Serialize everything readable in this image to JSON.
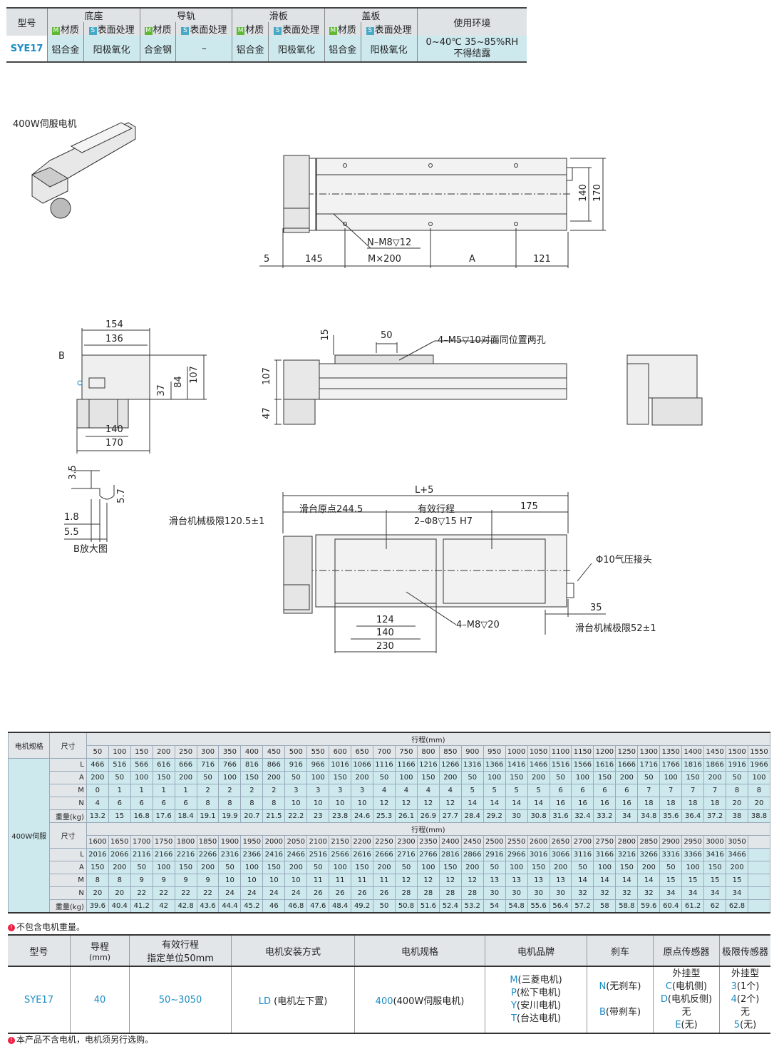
{
  "spec_table": {
    "col_model": "型号",
    "groups": [
      "底座",
      "导轨",
      "滑板",
      "盖板"
    ],
    "env_header": "使用环境",
    "sub_material": "材质",
    "sub_surface": "表面处理",
    "badge_m": "M",
    "badge_s": "S",
    "row": {
      "model": "SYE17",
      "base_material": "铝合金",
      "base_surface": "阳极氧化",
      "rail_material": "合金钢",
      "rail_surface": "–",
      "slide_material": "铝合金",
      "slide_surface": "阳极氧化",
      "cover_material": "铝合金",
      "cover_surface": "阳极氧化",
      "env_line1": "0~40℃ 35~85%RH",
      "env_line2": "不得结露"
    }
  },
  "drawing": {
    "motor_label": "400W伺服电机",
    "top": {
      "d140": "140",
      "d170": "170",
      "d5": "5",
      "d145": "145",
      "mx200": "M×200",
      "a": "A",
      "d121": "121",
      "hole": "N–M8▽12"
    },
    "end": {
      "d154": "154",
      "d136": "136",
      "d107": "107",
      "d84": "84",
      "d37": "37",
      "d140": "140",
      "d170": "170",
      "b": "B"
    },
    "side": {
      "d15": "15",
      "d50": "50",
      "holes": "4–M5▽10对面同位置两孔",
      "d107": "107",
      "d47": "47"
    },
    "detail": {
      "d35": "3.5",
      "d57": "5.7",
      "d18": "1.8",
      "d55": "5.5",
      "caption": "B放大图"
    },
    "bottom": {
      "l5": "L+5",
      "origin": "滑台原点244.5",
      "stroke": "有效行程",
      "d175": "175",
      "limit_left": "滑台机械极限120.5±1",
      "pin": "2–Φ8▽15 H7",
      "air": "Φ10气压接头",
      "d35": "35",
      "limit_right": "滑台机械极限52±1",
      "m8": "4–M8▽20",
      "d124": "124",
      "d140": "140",
      "d230": "230"
    }
  },
  "stroke_table": {
    "col_motor": "电机规格",
    "col_dim": "尺寸",
    "stroke_header": "行程(mm)",
    "motor": "400W伺服",
    "row_labels": [
      "L",
      "A",
      "M",
      "N",
      "重量(kg)"
    ],
    "part1": {
      "strokes": [
        "50",
        "100",
        "150",
        "200",
        "250",
        "300",
        "350",
        "400",
        "450",
        "500",
        "550",
        "600",
        "650",
        "700",
        "750",
        "800",
        "850",
        "900",
        "950",
        "1000",
        "1050",
        "1100",
        "1150",
        "1200",
        "1250",
        "1300",
        "1350",
        "1400",
        "1450",
        "1500",
        "1550"
      ],
      "L": [
        "466",
        "516",
        "566",
        "616",
        "666",
        "716",
        "766",
        "816",
        "866",
        "916",
        "966",
        "1016",
        "1066",
        "1116",
        "1166",
        "1216",
        "1266",
        "1316",
        "1366",
        "1416",
        "1466",
        "1516",
        "1566",
        "1616",
        "1666",
        "1716",
        "1766",
        "1816",
        "1866",
        "1916",
        "1966"
      ],
      "A": [
        "200",
        "50",
        "100",
        "150",
        "200",
        "50",
        "100",
        "150",
        "200",
        "50",
        "100",
        "150",
        "200",
        "50",
        "100",
        "150",
        "200",
        "50",
        "100",
        "150",
        "200",
        "50",
        "100",
        "150",
        "200",
        "50",
        "100",
        "150",
        "200",
        "50",
        "100"
      ],
      "M": [
        "0",
        "1",
        "1",
        "1",
        "1",
        "2",
        "2",
        "2",
        "2",
        "3",
        "3",
        "3",
        "3",
        "4",
        "4",
        "4",
        "4",
        "5",
        "5",
        "5",
        "5",
        "6",
        "6",
        "6",
        "6",
        "7",
        "7",
        "7",
        "7",
        "8",
        "8"
      ],
      "N": [
        "4",
        "6",
        "6",
        "6",
        "6",
        "8",
        "8",
        "8",
        "8",
        "10",
        "10",
        "10",
        "10",
        "12",
        "12",
        "12",
        "12",
        "14",
        "14",
        "14",
        "14",
        "16",
        "16",
        "16",
        "16",
        "18",
        "18",
        "18",
        "18",
        "20",
        "20"
      ],
      "W": [
        "13.2",
        "15",
        "16.8",
        "17.6",
        "18.4",
        "19.1",
        "19.9",
        "20.7",
        "21.5",
        "22.2",
        "23",
        "23.8",
        "24.6",
        "25.3",
        "26.1",
        "26.9",
        "27.7",
        "28.4",
        "29.2",
        "30",
        "30.8",
        "31.6",
        "32.4",
        "33.2",
        "34",
        "34.8",
        "35.6",
        "36.4",
        "37.2",
        "38",
        "38.8"
      ]
    },
    "part2": {
      "strokes": [
        "1600",
        "1650",
        "1700",
        "1750",
        "1800",
        "1850",
        "1900",
        "1950",
        "2000",
        "2050",
        "2100",
        "2150",
        "2200",
        "2250",
        "2300",
        "2350",
        "2400",
        "2450",
        "2500",
        "2550",
        "2600",
        "2650",
        "2700",
        "2750",
        "2800",
        "2850",
        "2900",
        "2950",
        "3000",
        "3050"
      ],
      "L": [
        "2016",
        "2066",
        "2116",
        "2166",
        "2216",
        "2266",
        "2316",
        "2366",
        "2416",
        "2466",
        "2516",
        "2566",
        "2616",
        "2666",
        "2716",
        "2766",
        "2816",
        "2866",
        "2916",
        "2966",
        "3016",
        "3066",
        "3116",
        "3166",
        "3216",
        "3266",
        "3316",
        "3366",
        "3416",
        "3466"
      ],
      "A": [
        "150",
        "200",
        "50",
        "100",
        "150",
        "200",
        "50",
        "100",
        "150",
        "200",
        "50",
        "100",
        "150",
        "200",
        "50",
        "100",
        "150",
        "200",
        "50",
        "100",
        "150",
        "200",
        "50",
        "100",
        "150",
        "200",
        "50",
        "100",
        "150",
        "200"
      ],
      "M": [
        "8",
        "8",
        "9",
        "9",
        "9",
        "9",
        "10",
        "10",
        "10",
        "10",
        "11",
        "11",
        "11",
        "11",
        "12",
        "12",
        "12",
        "12",
        "13",
        "13",
        "13",
        "13",
        "14",
        "14",
        "14",
        "14",
        "15",
        "15",
        "15",
        "15"
      ],
      "N": [
        "20",
        "20",
        "22",
        "22",
        "22",
        "22",
        "24",
        "24",
        "24",
        "24",
        "26",
        "26",
        "26",
        "26",
        "28",
        "28",
        "28",
        "28",
        "30",
        "30",
        "30",
        "30",
        "32",
        "32",
        "32",
        "32",
        "34",
        "34",
        "34",
        "34"
      ],
      "W": [
        "39.6",
        "40.4",
        "41.2",
        "42",
        "42.8",
        "43.6",
        "44.4",
        "45.2",
        "46",
        "46.8",
        "47.6",
        "48.4",
        "49.2",
        "50",
        "50.8",
        "51.6",
        "52.4",
        "53.2",
        "54",
        "54.8",
        "55.6",
        "56.4",
        "57.2",
        "58",
        "58.8",
        "59.6",
        "60.4",
        "61.2",
        "62",
        "62.8"
      ]
    },
    "note": "不包含电机重量。"
  },
  "order_table": {
    "headers": [
      "型号",
      "导程",
      "有效行程",
      "电机安装方式",
      "电机规格",
      "电机品牌",
      "刹车",
      "原点传感器",
      "极限传感器"
    ],
    "lead_unit": "(mm)",
    "stroke_sub": "指定单位50mm",
    "model": "SYE17",
    "lead": "40",
    "stroke_range": "50~3050",
    "mount_code": "LD",
    "mount_desc": "(电机左下置)",
    "motor_code": "400",
    "motor_desc": "(400W伺服电机)",
    "brands": [
      {
        "code": "M",
        "name": "(三菱电机)"
      },
      {
        "code": "P",
        "name": "(松下电机)"
      },
      {
        "code": "Y",
        "name": "(安川电机)"
      },
      {
        "code": "T",
        "name": "(台达电机)"
      }
    ],
    "brakes": [
      {
        "code": "N",
        "name": "(无刹车)"
      },
      {
        "code": "B",
        "name": "(带刹车)"
      }
    ],
    "origin": {
      "type": "外挂型",
      "opt1_code": "C",
      "opt1": "(电机侧)",
      "opt2_code": "D",
      "opt2": "(电机反侧)",
      "none": "无",
      "none_code": "E",
      "none_desc": "(无)"
    },
    "limit": {
      "type": "外挂型",
      "opt1_code": "3",
      "opt1": "(1个)",
      "opt2_code": "4",
      "opt2": "(2个)",
      "none": "无",
      "none_code": "5",
      "none_desc": "(无)"
    },
    "note": "本产品不含电机，电机须另行选购。"
  }
}
